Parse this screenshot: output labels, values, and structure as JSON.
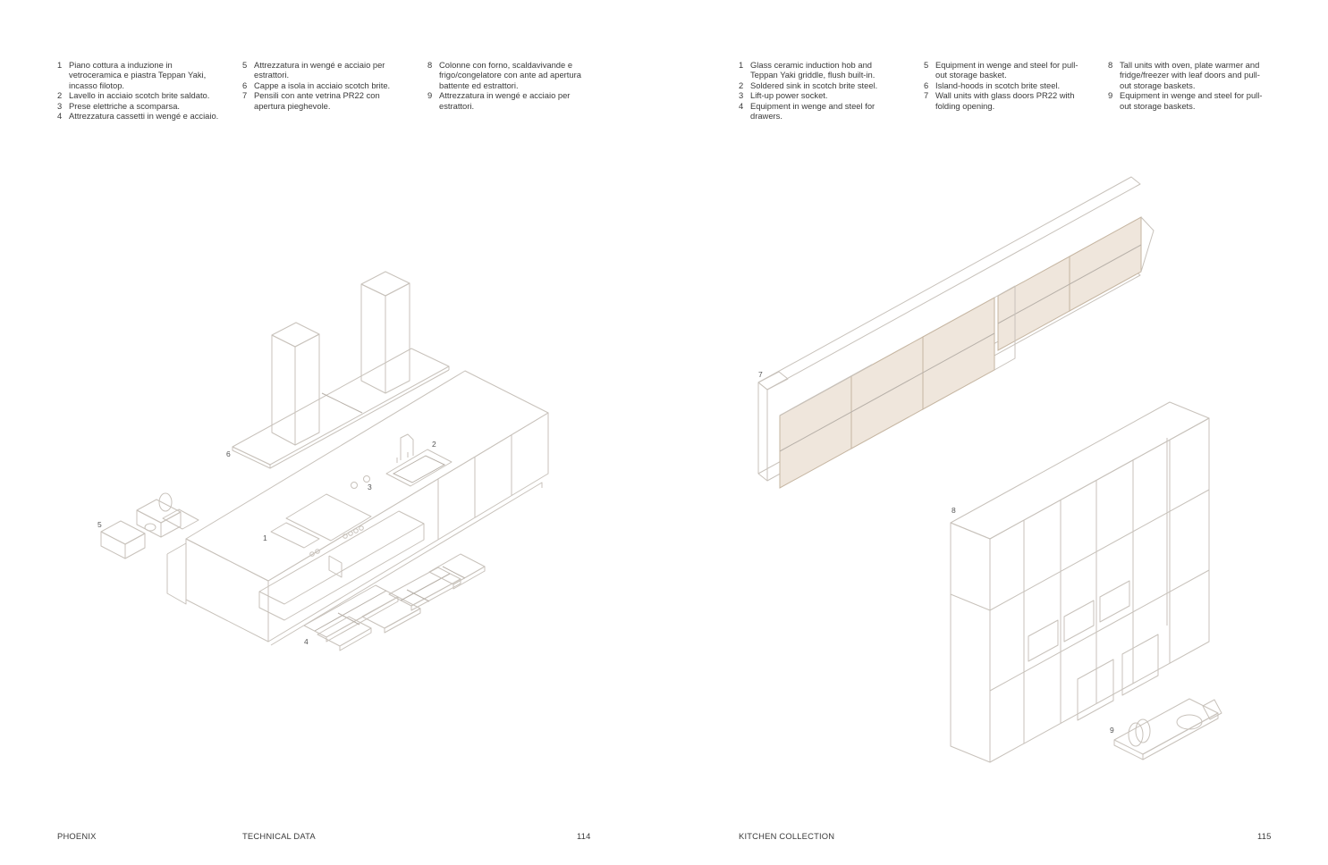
{
  "left_page": {
    "legend_columns": [
      [
        {
          "num": "1",
          "text": "Piano cottura a induzione in vetroceramica e piastra Teppan Yaki, incasso filotop."
        },
        {
          "num": "2",
          "text": "Lavello in acciaio scotch brite saldato."
        },
        {
          "num": "3",
          "text": "Prese elettriche a scomparsa."
        },
        {
          "num": "4",
          "text": "Attrezzatura cassetti in wengé e acciaio."
        }
      ],
      [
        {
          "num": "5",
          "text": "Attrezzatura in wengé e acciaio per estrattori."
        },
        {
          "num": "6",
          "text": "Cappe a isola in acciaio scotch brite."
        },
        {
          "num": "7",
          "text": "Pensili con ante vetrina PR22 con apertura pieghevole."
        }
      ],
      [
        {
          "num": "8",
          "text": "Colonne con forno, scaldavivande e frigo/congelatore con ante ad apertura battente ed estrattori."
        },
        {
          "num": "9",
          "text": "Attrezzatura in wengé e acciaio per estrattori."
        }
      ]
    ],
    "footer": {
      "brand": "PHOENIX",
      "section": "TECHNICAL DATA",
      "page": "114"
    }
  },
  "right_page": {
    "legend_columns": [
      [
        {
          "num": "1",
          "text": "Glass ceramic induction hob and Teppan Yaki griddle, flush built-in."
        },
        {
          "num": "2",
          "text": "Soldered sink in scotch brite steel."
        },
        {
          "num": "3",
          "text": "Lift-up power socket."
        },
        {
          "num": "4",
          "text": "Equipment in wenge and steel for drawers."
        }
      ],
      [
        {
          "num": "5",
          "text": "Equipment in wenge and steel for pull-out storage basket."
        },
        {
          "num": "6",
          "text": "Island-hoods in scotch brite steel."
        },
        {
          "num": "7",
          "text": "Wall units with glass doors PR22 with folding opening."
        }
      ],
      [
        {
          "num": "8",
          "text": "Tall units with oven, plate warmer and fridge/freezer with leaf doors and pull-out storage baskets."
        },
        {
          "num": "9",
          "text": "Equipment in wenge and steel for pull-out storage baskets."
        }
      ]
    ],
    "footer": {
      "collection": "KITCHEN COLLECTION",
      "page": "115"
    }
  },
  "callouts": {
    "c1": "1",
    "c2": "2",
    "c3": "3",
    "c4": "4",
    "c5": "5",
    "c6": "6",
    "c7": "7",
    "c8": "8",
    "c9": "9"
  },
  "colors": {
    "line": "#c8c2bb",
    "glass_tint": "#efe6dc",
    "text": "#3a3a3a"
  }
}
